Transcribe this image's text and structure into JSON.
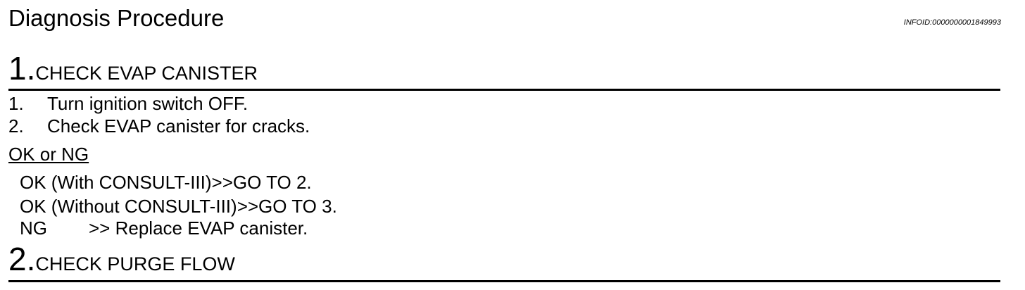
{
  "doc": {
    "title": "Diagnosis Procedure",
    "info_id": "INFOID:0000000001849993"
  },
  "step1": {
    "number": "1",
    "dot": ".",
    "title": "CHECK EVAP CANISTER",
    "items": [
      {
        "num": "1.",
        "text": "Turn ignition switch OFF."
      },
      {
        "num": "2.",
        "text": "Check EVAP canister for cracks."
      }
    ],
    "ok_ng_label": "OK or NG",
    "results": [
      {
        "code": "OK (With CONSULT-III)",
        "action": ">>GO TO 2."
      },
      {
        "code": "OK (Without CONSULT-III)",
        "action": ">>GO TO 3."
      },
      {
        "code": "NG",
        "action": ">> Replace EVAP canister."
      }
    ]
  },
  "step2": {
    "number": "2",
    "dot": ".",
    "title": "CHECK PURGE FLOW"
  }
}
